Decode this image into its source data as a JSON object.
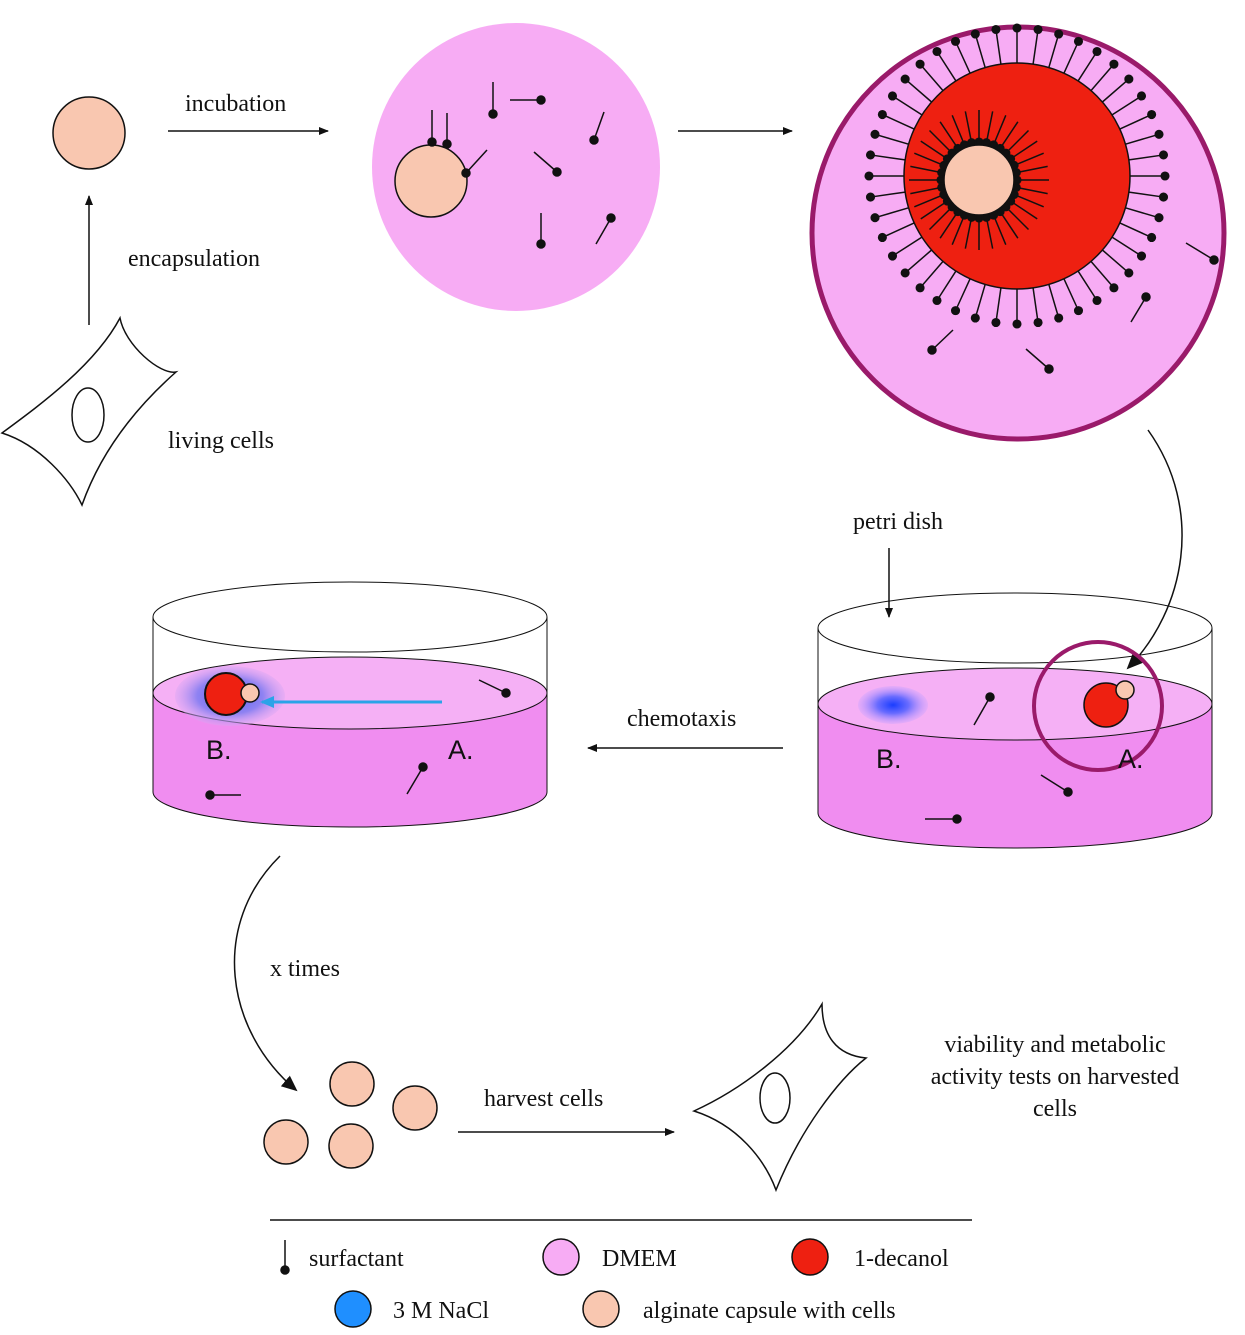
{
  "labels": {
    "incubation": "incubation",
    "encapsulation": "encapsulation",
    "living_cells": "living cells",
    "petri_dish": "petri dish",
    "chemotaxis": "chemotaxis",
    "x_times": "x times",
    "harvest_cells": "harvest cells",
    "viability_line1": "viability and metabolic",
    "viability_line2": "activity tests on harvested",
    "viability_line3": "cells",
    "dish_left_b": "B.",
    "dish_left_a": "A.",
    "dish_right_b": "B.",
    "dish_right_a": "A."
  },
  "legend": {
    "surfactant": "surfactant",
    "dmem": "DMEM",
    "decanol": "1-decanol",
    "nacl": "3 M NaCl",
    "alginate": "alginate capsule with cells"
  },
  "colors": {
    "alginate": "#f9c7b0",
    "dmem": "#f7acf4",
    "dmem_dish": "#f08df0",
    "decanol": "#ee2011",
    "nacl": "#1f8fff",
    "capsule_ring": "#9a1a6a",
    "arrow_blue": "#2aa3e8"
  }
}
